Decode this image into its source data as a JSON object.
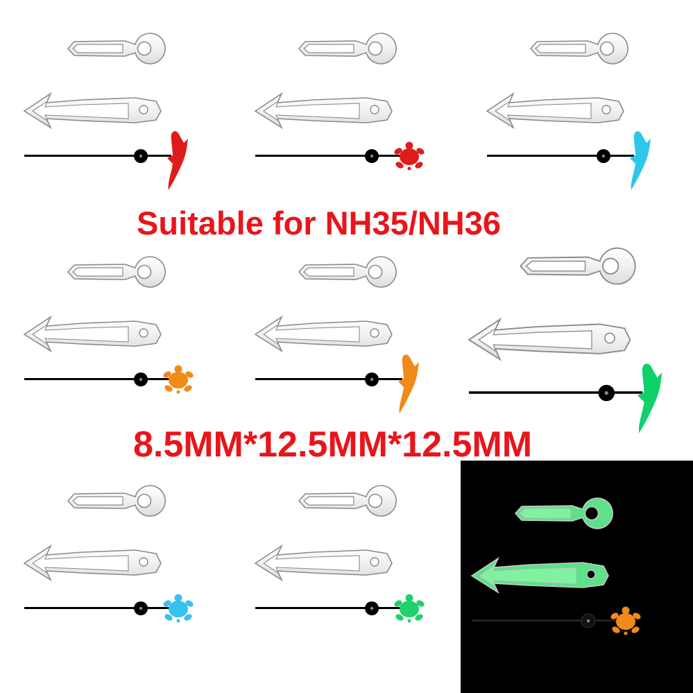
{
  "captions": {
    "movement": "Suitable for NH35/NH36",
    "size": "8.5MM*12.5MM*12.5MM"
  },
  "colors": {
    "caption_red": "#e8151b",
    "hand_outline": "#8a8a8a",
    "second_hand": "#000000",
    "lume_glow": "#5fe08a"
  },
  "variants": [
    {
      "name": "red-shark",
      "tip": "shark",
      "color": "#e01b1b"
    },
    {
      "name": "red-turtle",
      "tip": "turtle",
      "color": "#e01b1b"
    },
    {
      "name": "blue-shark",
      "tip": "shark",
      "color": "#2ec6ea"
    },
    {
      "name": "orange-turtle",
      "tip": "turtle",
      "color": "#f08a18"
    },
    {
      "name": "orange-shark",
      "tip": "shark",
      "color": "#f08a18"
    },
    {
      "name": "green-shark",
      "tip": "shark",
      "color": "#0fd16a"
    },
    {
      "name": "blue-turtle",
      "tip": "turtle",
      "color": "#35c2f0"
    },
    {
      "name": "green-turtle",
      "tip": "turtle",
      "color": "#1fd26a"
    },
    {
      "name": "orange-turtle-lume",
      "tip": "turtle",
      "color": "#f08a18"
    }
  ]
}
